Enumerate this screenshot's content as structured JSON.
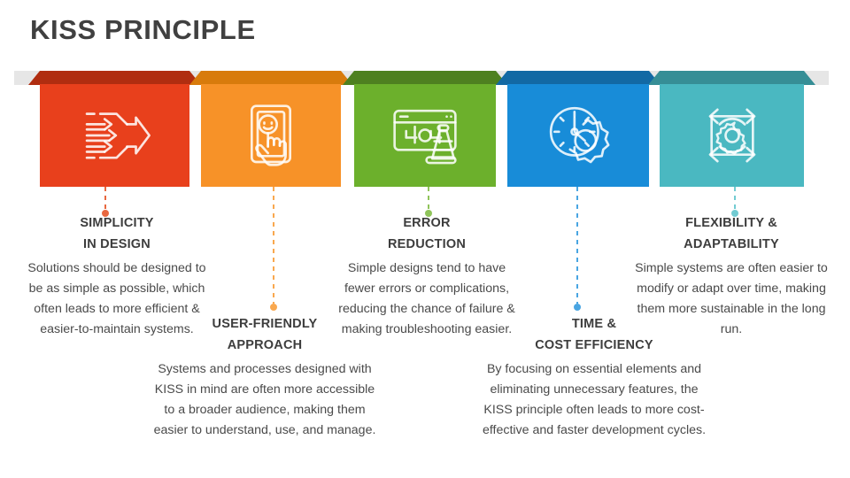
{
  "slide": {
    "title": "KISS PRINCIPLE",
    "title_color": "#404040",
    "background": "#ffffff",
    "band_color": "#e6e6e6"
  },
  "columns": [
    {
      "id": "simplicity-in-design",
      "heading_line1": "SIMPLICITY",
      "heading_line2": "IN DESIGN",
      "body": "Solutions should be designed to be as simple as possible, which often leads to more efficient & easier-to-maintain systems.",
      "icon": "converging-arrows-icon",
      "color": "#e8401c",
      "shade_color": "#b02d10",
      "dot_color": "#e8673f",
      "row": "top"
    },
    {
      "id": "user-friendly-approach",
      "heading_line1": "USER-FRIENDLY",
      "heading_line2": "APPROACH",
      "body": "Systems and processes designed with KISS in mind are often more accessible to a broader audience, making them easier to understand, use, and manage.",
      "icon": "hand-touch-smiley-icon",
      "color": "#f79228",
      "shade_color": "#d87b0c",
      "dot_color": "#f9a84f",
      "row": "bottom"
    },
    {
      "id": "error-reduction",
      "heading_line1": "ERROR",
      "heading_line2": "REDUCTION",
      "body": "Simple designs tend to have fewer errors or complications, reducing the chance of failure & making troubleshooting easier.",
      "icon": "browser-404-cone-icon",
      "color": "#6cb02c",
      "shade_color": "#4e8020",
      "dot_color": "#8fc45a",
      "row": "top"
    },
    {
      "id": "time-and-cost-efficiency",
      "heading_line1": "TIME &",
      "heading_line2": "COST EFFICIENCY",
      "body": "By focusing on essential elements and eliminating unnecessary features, the KISS principle often leads to more cost-effective and faster development cycles.",
      "icon": "clock-gear-icon",
      "color": "#188cd8",
      "shade_color": "#1269a4",
      "dot_color": "#49a5e2",
      "row": "bottom"
    },
    {
      "id": "flexibility-and-adaptability",
      "heading_line1": "FLEXIBILITY &",
      "heading_line2": "ADAPTABILITY",
      "body": "Simple systems are often easier to modify or adapt over time, making them more sustainable in the long run.",
      "icon": "gear-cycle-arrows-icon",
      "color": "#4ab8c1",
      "shade_color": "#368e96",
      "dot_color": "#72cbd2",
      "row": "top"
    }
  ]
}
